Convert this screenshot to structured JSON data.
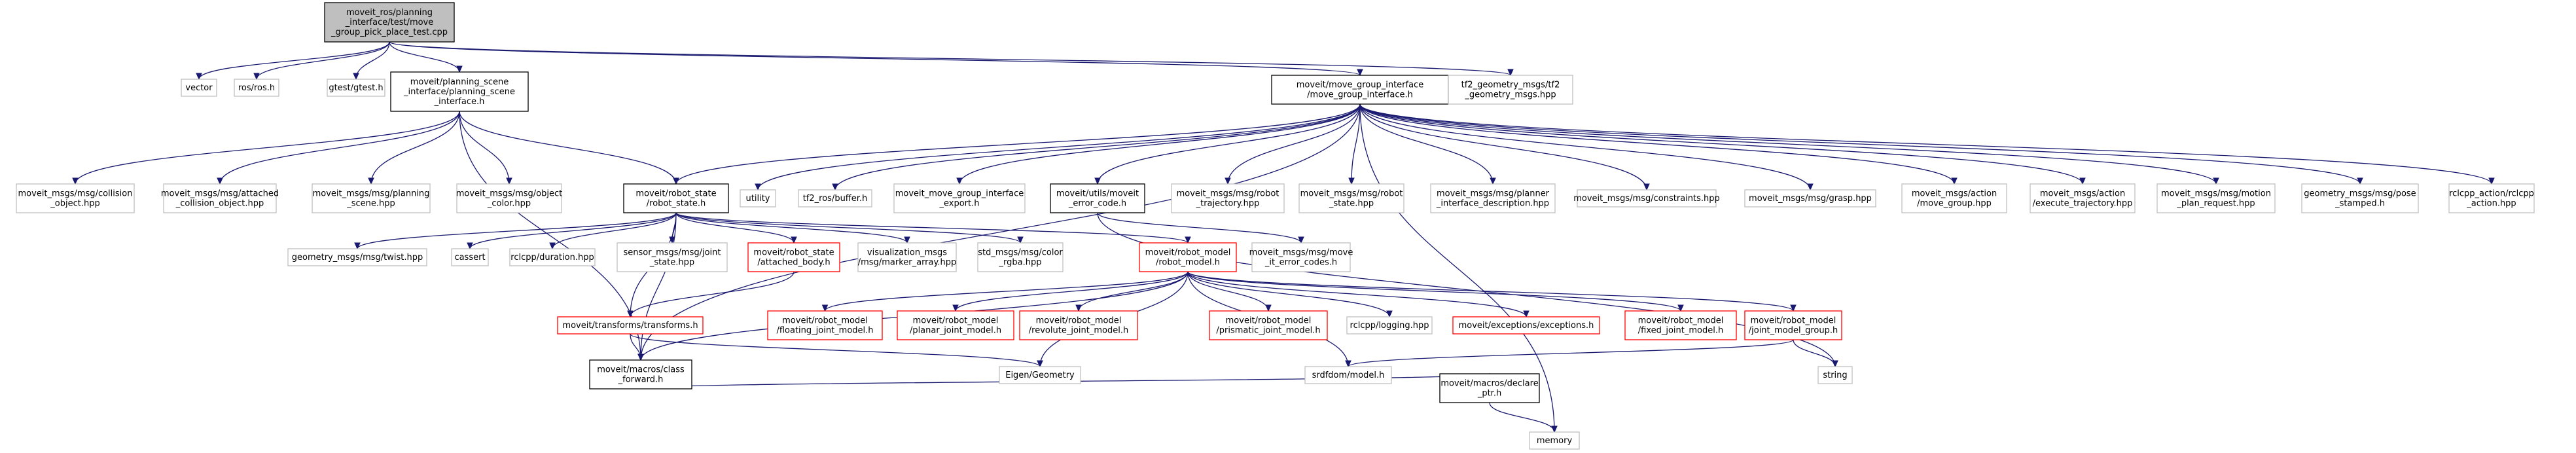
{
  "nodes": [
    {
      "id": "root",
      "lines": [
        "moveit_ros/planning",
        "_interface/test/move",
        "_group_pick_place_test.cpp"
      ],
      "kind": "root"
    },
    {
      "id": "vector",
      "lines": [
        "vector"
      ],
      "kind": "system"
    },
    {
      "id": "ros_h",
      "lines": [
        "ros/ros.h"
      ],
      "kind": "system"
    },
    {
      "id": "gtest",
      "lines": [
        "gtest/gtest.h"
      ],
      "kind": "system"
    },
    {
      "id": "psi",
      "lines": [
        "moveit/planning_scene",
        "_interface/planning_scene",
        "_interface.h"
      ],
      "kind": "documented"
    },
    {
      "id": "mgi",
      "lines": [
        "moveit/move_group_interface",
        "/move_group_interface.h"
      ],
      "kind": "documented"
    },
    {
      "id": "tf2gm",
      "lines": [
        "tf2_geometry_msgs/tf2",
        "_geometry_msgs.hpp"
      ],
      "kind": "system"
    },
    {
      "id": "collision",
      "lines": [
        "moveit_msgs/msg/collision",
        "_object.hpp"
      ],
      "kind": "system"
    },
    {
      "id": "attached",
      "lines": [
        "moveit_msgs/msg/attached",
        "_collision_object.hpp"
      ],
      "kind": "system"
    },
    {
      "id": "ps_msg",
      "lines": [
        "moveit_msgs/msg/planning",
        "_scene.hpp"
      ],
      "kind": "system"
    },
    {
      "id": "obj_color",
      "lines": [
        "moveit_msgs/msg/object",
        "_color.hpp"
      ],
      "kind": "system"
    },
    {
      "id": "robot_state",
      "lines": [
        "moveit/robot_state",
        "/robot_state.h"
      ],
      "kind": "documented"
    },
    {
      "id": "utility",
      "lines": [
        "utility"
      ],
      "kind": "system"
    },
    {
      "id": "tf2_buffer",
      "lines": [
        "tf2_ros/buffer.h"
      ],
      "kind": "system"
    },
    {
      "id": "mgi_export",
      "lines": [
        "moveit_move_group_interface",
        "_export.h"
      ],
      "kind": "system"
    },
    {
      "id": "moveit_error",
      "lines": [
        "moveit/utils/moveit",
        "_error_code.h"
      ],
      "kind": "documented"
    },
    {
      "id": "robot_traj",
      "lines": [
        "moveit_msgs/msg/robot",
        "_trajectory.hpp"
      ],
      "kind": "system"
    },
    {
      "id": "robot_state_msg",
      "lines": [
        "moveit_msgs/msg/robot",
        "_state.hpp"
      ],
      "kind": "system"
    },
    {
      "id": "planner_desc",
      "lines": [
        "moveit_msgs/msg/planner",
        "_interface_description.hpp"
      ],
      "kind": "system"
    },
    {
      "id": "constraints",
      "lines": [
        "moveit_msgs/msg/constraints.hpp"
      ],
      "kind": "system"
    },
    {
      "id": "grasp",
      "lines": [
        "moveit_msgs/msg/grasp.hpp"
      ],
      "kind": "system"
    },
    {
      "id": "action_mg",
      "lines": [
        "moveit_msgs/action",
        "/move_group.hpp"
      ],
      "kind": "system"
    },
    {
      "id": "action_exec",
      "lines": [
        "moveit_msgs/action",
        "/execute_trajectory.hpp"
      ],
      "kind": "system"
    },
    {
      "id": "motion_req",
      "lines": [
        "moveit_msgs/msg/motion",
        "_plan_request.hpp"
      ],
      "kind": "system"
    },
    {
      "id": "pose_stamped",
      "lines": [
        "geometry_msgs/msg/pose",
        "_stamped.h"
      ],
      "kind": "system"
    },
    {
      "id": "rclcpp_action",
      "lines": [
        "rclcpp_action/rclcpp",
        "_action.hpp"
      ],
      "kind": "system"
    },
    {
      "id": "twist",
      "lines": [
        "geometry_msgs/msg/twist.hpp"
      ],
      "kind": "system"
    },
    {
      "id": "cassert",
      "lines": [
        "cassert"
      ],
      "kind": "system"
    },
    {
      "id": "duration",
      "lines": [
        "rclcpp/duration.hpp"
      ],
      "kind": "system"
    },
    {
      "id": "joint_state",
      "lines": [
        "sensor_msgs/msg/joint",
        "_state.hpp"
      ],
      "kind": "system"
    },
    {
      "id": "attached_body",
      "lines": [
        "moveit/robot_state",
        "/attached_body.h"
      ],
      "kind": "missing"
    },
    {
      "id": "marker_array",
      "lines": [
        "visualization_msgs",
        "/msg/marker_array.hpp"
      ],
      "kind": "system"
    },
    {
      "id": "color_rgba",
      "lines": [
        "std_msgs/msg/color",
        "_rgba.hpp"
      ],
      "kind": "system"
    },
    {
      "id": "robot_model",
      "lines": [
        "moveit/robot_model",
        "/robot_model.h"
      ],
      "kind": "missing"
    },
    {
      "id": "move_it_errors",
      "lines": [
        "moveit_msgs/msg/move",
        "_it_error_codes.h"
      ],
      "kind": "system"
    },
    {
      "id": "transforms",
      "lines": [
        "moveit/transforms/transforms.h"
      ],
      "kind": "missing"
    },
    {
      "id": "floating",
      "lines": [
        "moveit/robot_model",
        "/floating_joint_model.h"
      ],
      "kind": "missing"
    },
    {
      "id": "planar",
      "lines": [
        "moveit/robot_model",
        "/planar_joint_model.h"
      ],
      "kind": "missing"
    },
    {
      "id": "revolute",
      "lines": [
        "moveit/robot_model",
        "/revolute_joint_model.h"
      ],
      "kind": "missing"
    },
    {
      "id": "prismatic",
      "lines": [
        "moveit/robot_model",
        "/prismatic_joint_model.h"
      ],
      "kind": "missing"
    },
    {
      "id": "logging",
      "lines": [
        "rclcpp/logging.hpp"
      ],
      "kind": "system"
    },
    {
      "id": "exceptions",
      "lines": [
        "moveit/exceptions/exceptions.h"
      ],
      "kind": "missing"
    },
    {
      "id": "fixed",
      "lines": [
        "moveit/robot_model",
        "/fixed_joint_model.h"
      ],
      "kind": "missing"
    },
    {
      "id": "jmg",
      "lines": [
        "moveit/robot_model",
        "/joint_model_group.h"
      ],
      "kind": "missing"
    },
    {
      "id": "string",
      "lines": [
        "string"
      ],
      "kind": "system"
    },
    {
      "id": "class_forward",
      "lines": [
        "moveit/macros/class",
        "_forward.h"
      ],
      "kind": "documented"
    },
    {
      "id": "eigen",
      "lines": [
        "Eigen/Geometry"
      ],
      "kind": "system"
    },
    {
      "id": "srdf",
      "lines": [
        "srdfdom/model.h"
      ],
      "kind": "system"
    },
    {
      "id": "declare_ptr",
      "lines": [
        "moveit/macros/declare",
        "_ptr.h"
      ],
      "kind": "documented"
    },
    {
      "id": "memory",
      "lines": [
        "memory"
      ],
      "kind": "system"
    }
  ],
  "edges": [
    [
      "root",
      "vector"
    ],
    [
      "root",
      "ros_h"
    ],
    [
      "root",
      "gtest"
    ],
    [
      "root",
      "psi"
    ],
    [
      "root",
      "mgi"
    ],
    [
      "root",
      "tf2gm"
    ],
    [
      "psi",
      "collision"
    ],
    [
      "psi",
      "attached"
    ],
    [
      "psi",
      "ps_msg"
    ],
    [
      "psi",
      "obj_color"
    ],
    [
      "psi",
      "robot_state"
    ],
    [
      "psi",
      "class_forward"
    ],
    [
      "mgi",
      "robot_state"
    ],
    [
      "mgi",
      "utility"
    ],
    [
      "mgi",
      "tf2_buffer"
    ],
    [
      "mgi",
      "mgi_export"
    ],
    [
      "mgi",
      "moveit_error"
    ],
    [
      "mgi",
      "robot_traj"
    ],
    [
      "mgi",
      "robot_state_msg"
    ],
    [
      "mgi",
      "planner_desc"
    ],
    [
      "mgi",
      "constraints"
    ],
    [
      "mgi",
      "grasp"
    ],
    [
      "mgi",
      "action_mg"
    ],
    [
      "mgi",
      "action_exec"
    ],
    [
      "mgi",
      "motion_req"
    ],
    [
      "mgi",
      "pose_stamped"
    ],
    [
      "mgi",
      "rclcpp_action"
    ],
    [
      "mgi",
      "memory"
    ],
    [
      "mgi",
      "class_forward"
    ],
    [
      "robot_state",
      "twist"
    ],
    [
      "robot_state",
      "cassert"
    ],
    [
      "robot_state",
      "duration"
    ],
    [
      "robot_state",
      "joint_state"
    ],
    [
      "robot_state",
      "attached_body"
    ],
    [
      "robot_state",
      "marker_array"
    ],
    [
      "robot_state",
      "color_rgba"
    ],
    [
      "robot_state",
      "robot_model"
    ],
    [
      "robot_state",
      "transforms"
    ],
    [
      "robot_state",
      "class_forward"
    ],
    [
      "moveit_error",
      "move_it_errors"
    ],
    [
      "moveit_error",
      "string"
    ],
    [
      "attached_body",
      "transforms"
    ],
    [
      "robot_model",
      "floating"
    ],
    [
      "robot_model",
      "planar"
    ],
    [
      "robot_model",
      "revolute"
    ],
    [
      "robot_model",
      "prismatic"
    ],
    [
      "robot_model",
      "logging"
    ],
    [
      "robot_model",
      "exceptions"
    ],
    [
      "robot_model",
      "fixed"
    ],
    [
      "robot_model",
      "jmg"
    ],
    [
      "robot_model",
      "eigen"
    ],
    [
      "robot_model",
      "srdf"
    ],
    [
      "robot_model",
      "class_forward"
    ],
    [
      "transforms",
      "class_forward"
    ],
    [
      "transforms",
      "eigen"
    ],
    [
      "jmg",
      "string"
    ],
    [
      "jmg",
      "srdf"
    ],
    [
      "class_forward",
      "declare_ptr"
    ],
    [
      "declare_ptr",
      "memory"
    ]
  ]
}
